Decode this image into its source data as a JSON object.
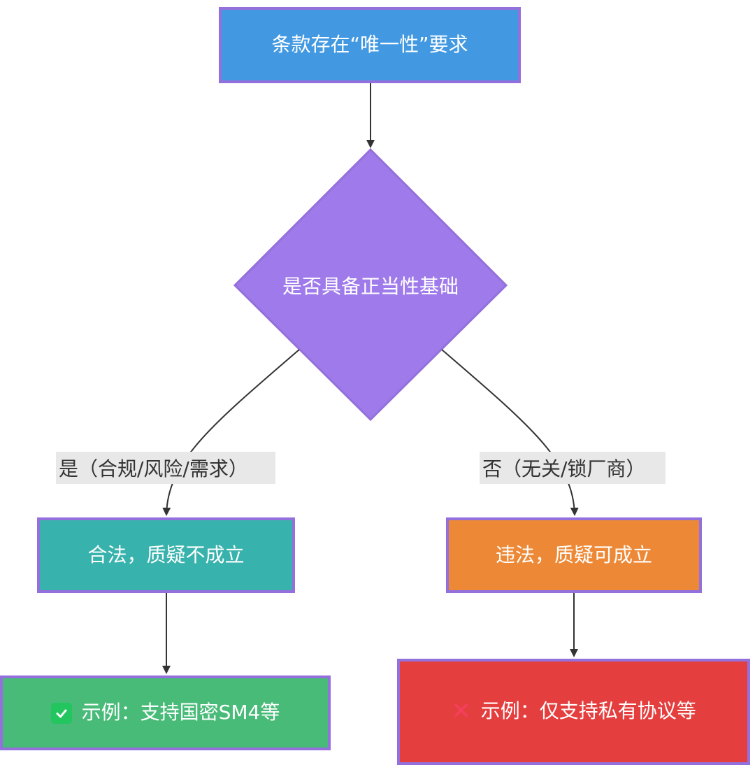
{
  "nodes": {
    "start": "条款存在“唯一性”要求",
    "decision": "是否具备正当性基础",
    "legal": "合法，质疑不成立",
    "illegal": "违法，质疑可成立",
    "example_ok": "示例：支持国密SM4等",
    "example_bad": "示例：仅支持私有协议等"
  },
  "edge_labels": {
    "yes": "是（合规/风险/需求）",
    "no": "否（无关/锁厂商）"
  },
  "icons": {
    "example_ok": "check-box-icon",
    "example_bad": "cross-mark-icon"
  },
  "colors": {
    "start": "#4299E1",
    "decision": "#9F7AEA",
    "legal": "#38B2AC",
    "illegal": "#ED8936",
    "example_ok": "#48BB78",
    "example_bad": "#E53E3E",
    "node_border": "#9370DB"
  }
}
